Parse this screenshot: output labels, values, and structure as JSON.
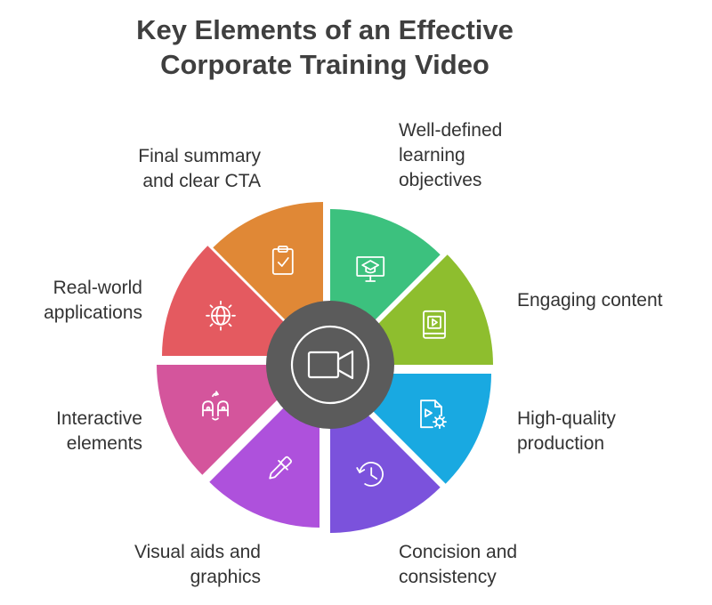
{
  "title": {
    "line1": "Key Elements of an Effective",
    "line2": "Corporate Training Video"
  },
  "center_icon": "video-camera-icon",
  "segments": [
    {
      "key": "objectives",
      "color": "#3cc17e",
      "icon": "monitor-graduation-cap-icon",
      "lines": [
        "Well-defined",
        "learning",
        "objectives"
      ]
    },
    {
      "key": "engaging",
      "color": "#8ebe2e",
      "icon": "video-book-icon",
      "lines": [
        "Engaging content"
      ]
    },
    {
      "key": "production",
      "color": "#19a9e1",
      "icon": "video-file-gear-icon",
      "lines": [
        "High-quality",
        "production"
      ]
    },
    {
      "key": "concision",
      "color": "#7b52dc",
      "icon": "clock-history-icon",
      "lines": [
        "Concision and",
        "consistency"
      ]
    },
    {
      "key": "visual",
      "color": "#ae51dc",
      "icon": "eyedropper-icon",
      "lines": [
        "Visual aids and",
        "graphics"
      ]
    },
    {
      "key": "interactive",
      "color": "#d4559c",
      "icon": "people-interaction-icon",
      "lines": [
        "Interactive",
        "elements"
      ]
    },
    {
      "key": "realworld",
      "color": "#e45a60",
      "icon": "globe-network-icon",
      "lines": [
        "Real-world",
        "applications"
      ]
    },
    {
      "key": "summary",
      "color": "#e08836",
      "icon": "clipboard-check-icon",
      "lines": [
        "Final summary",
        "and clear CTA"
      ]
    }
  ]
}
